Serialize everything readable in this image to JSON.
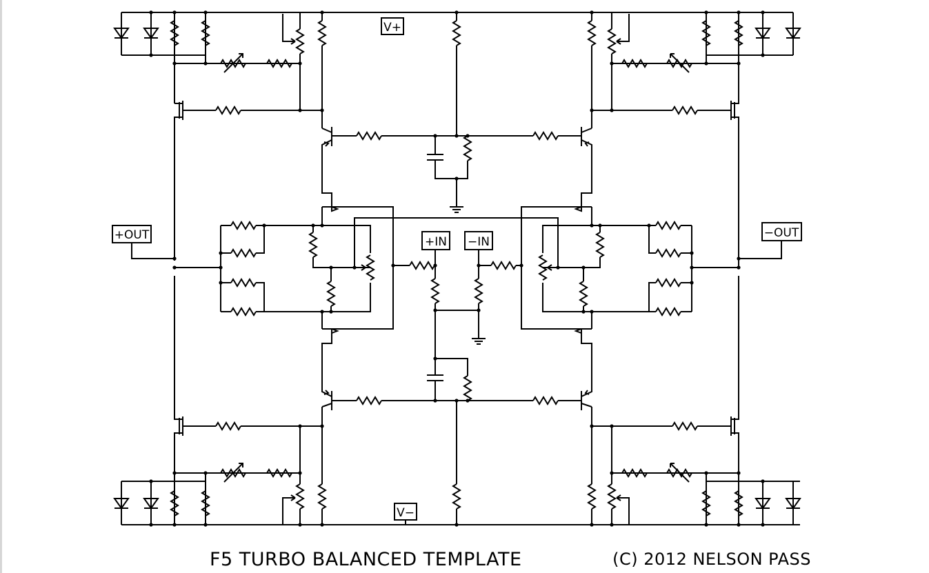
{
  "labels": {
    "vplus": "V+",
    "vminus": "V−",
    "plus_in": "+IN",
    "minus_in": "−IN",
    "plus_out": "+OUT",
    "minus_out": "−OUT"
  },
  "title": "F5 TURBO BALANCED TEMPLATE",
  "credit": "(C) 2012 NELSON PASS"
}
